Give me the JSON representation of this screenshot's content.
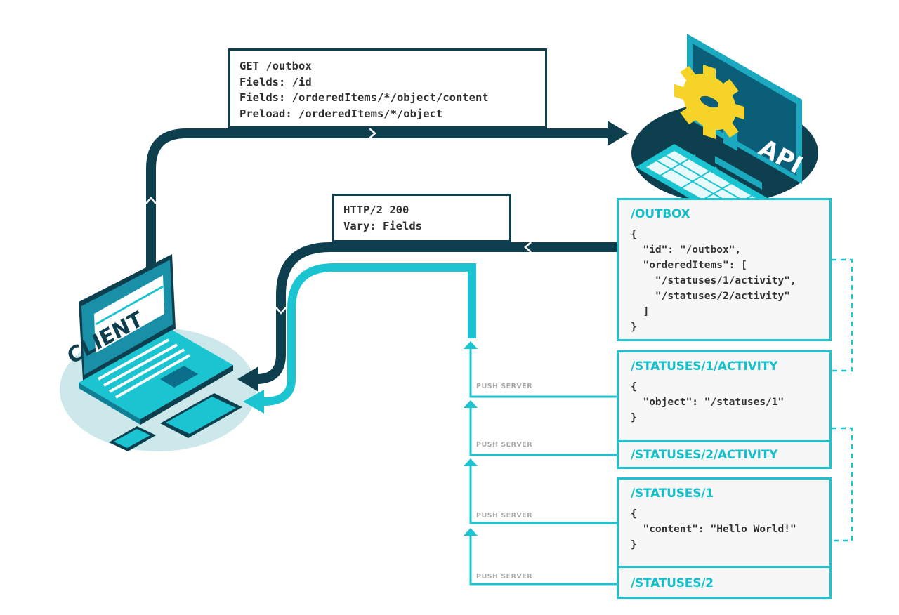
{
  "colors": {
    "dark": "#0e3f4f",
    "cyan": "#1bc4d1",
    "box_fill": "#f7f7f7",
    "gear": "#f5d328"
  },
  "client": {
    "label": "CLIENT",
    "icon": "laptop-icon"
  },
  "api": {
    "label": "API",
    "icon": "monitor-gear-icon"
  },
  "request": {
    "lines": [
      "GET /outbox",
      "Fields: /id",
      "Fields: /orderedItems/*/object/content",
      "Preload: /orderedItems/*/object"
    ]
  },
  "response": {
    "lines": [
      "HTTP/2 200",
      "Vary: Fields"
    ]
  },
  "resources": [
    {
      "title": "/OUTBOX",
      "body": "{\n  \"id\": \"/outbox\",\n  \"orderedItems\": [\n    \"/statuses/1/activity\",\n    \"/statuses/2/activity\"\n  ]\n}"
    },
    {
      "title": "/STATUSES/1/ACTIVITY",
      "body": "{\n  \"object\": \"/statuses/1\"\n}"
    },
    {
      "title": "/STATUSES/2/ACTIVITY",
      "body": ""
    },
    {
      "title": "/STATUSES/1",
      "body": "{\n  \"content\": \"Hello World!\"\n}"
    },
    {
      "title": "/STATUSES/2",
      "body": ""
    }
  ],
  "push_labels": [
    "PUSH SERVER",
    "PUSH SERVER",
    "PUSH SERVER",
    "PUSH SERVER"
  ]
}
